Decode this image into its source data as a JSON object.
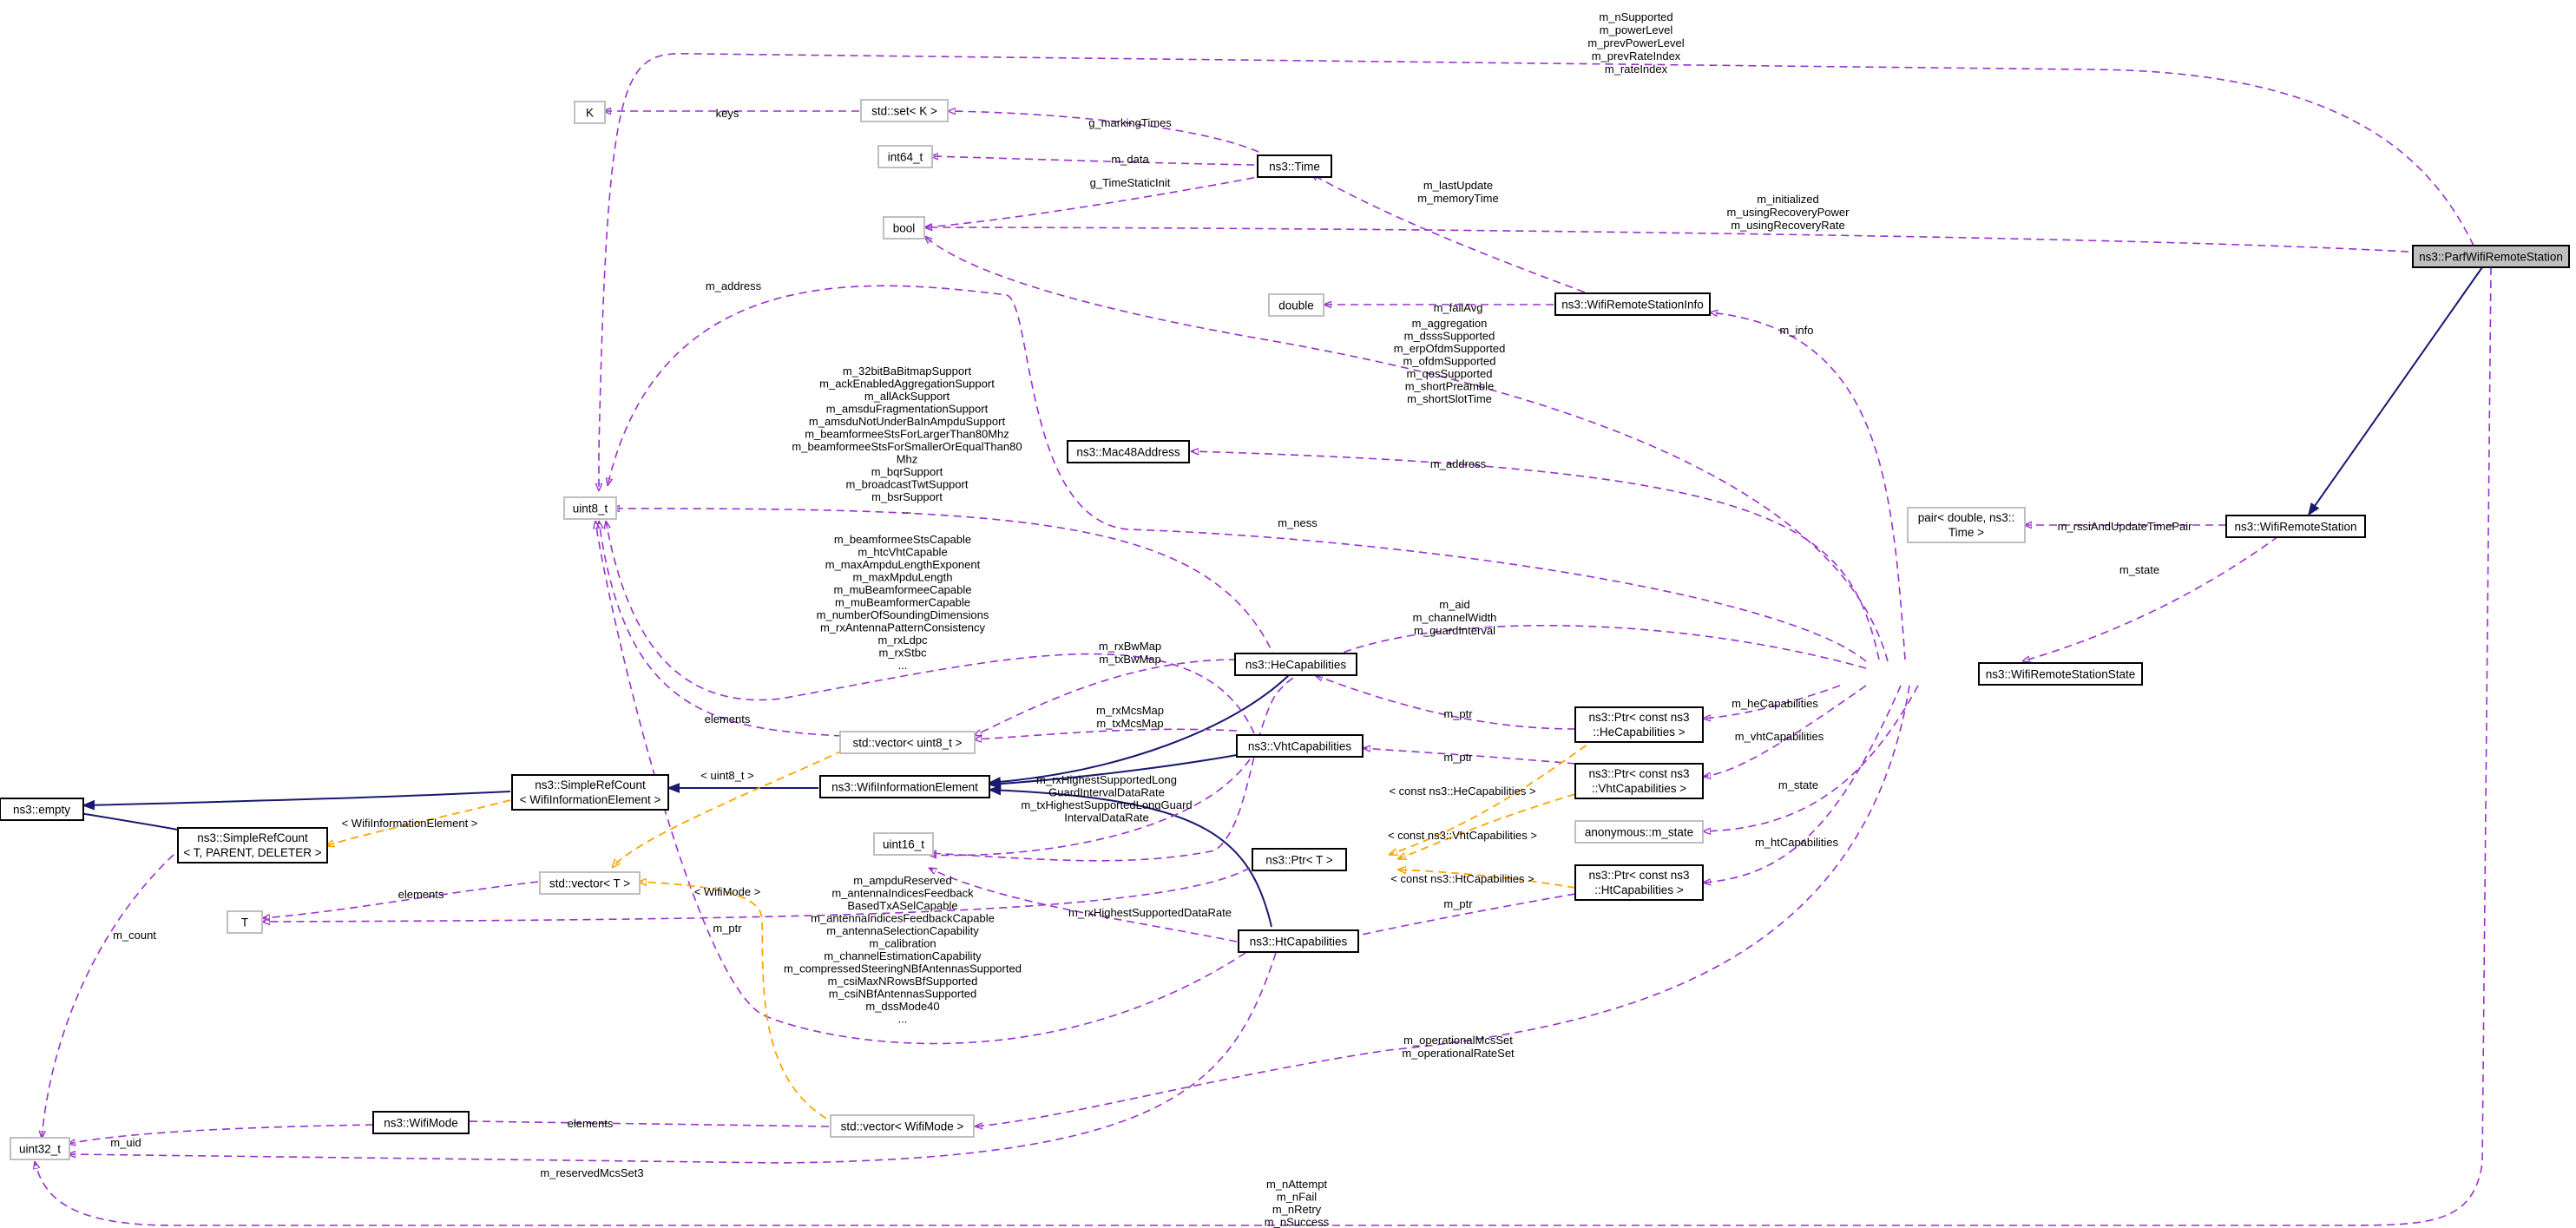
{
  "diagram": {
    "classes": {
      "parf": "ns3::ParfWifiRemoteStation",
      "wrs": "ns3::WifiRemoteStation",
      "wrss": "ns3::WifiRemoteStationState",
      "wrsi": "ns3::WifiRemoteStationInfo",
      "time": "ns3::Time",
      "mac48": "ns3::Mac48Address",
      "hecap": "ns3::HeCapabilities",
      "vhtcap": "ns3::VhtCapabilities",
      "htcap": "ns3::HtCapabilities",
      "wie": "ns3::WifiInformationElement",
      "srcwie_1": "ns3::SimpleRefCount",
      "srcwie_2": "< WifiInformationElement >",
      "srct_1": "ns3::SimpleRefCount",
      "srct_2": "< T, PARENT, DELETER >",
      "empty": "ns3::empty",
      "wifimode": "ns3::WifiMode",
      "ptrT": "ns3::Ptr< T >",
      "ptrHe_1": "ns3::Ptr< const ns3",
      "ptrHe_2": "::HeCapabilities >",
      "ptrVht_1": "ns3::Ptr< const ns3",
      "ptrVht_2": "::VhtCapabilities >",
      "ptrHt_1": "ns3::Ptr< const ns3",
      "ptrHt_2": "::HtCapabilities >",
      "K": "K",
      "setK": "std::set< K >",
      "int64": "int64_t",
      "bool": "bool",
      "double": "double",
      "uint8": "uint8_t",
      "uint16": "uint16_t",
      "uint32": "uint32_t",
      "T": "T",
      "vecU8": "std::vector< uint8_t >",
      "vecT": "std::vector< T >",
      "vecWM": "std::vector< WifiMode >",
      "pair_1": "pair< double, ns3::",
      "pair_2": "Time >",
      "anon": "anonymous::m_state"
    },
    "labels": {
      "topRight": [
        "m_nSupported",
        "m_powerLevel",
        "m_prevPowerLevel",
        "m_prevRateIndex",
        "m_rateIndex"
      ],
      "keys": "keys",
      "gMarking": "g_markingTimes",
      "mData": "m_data",
      "gTimeStatic": "g_TimeStaticInit",
      "lastUpdate": [
        "m_lastUpdate",
        "m_memoryTime"
      ],
      "initialized": [
        "m_initialized",
        "m_usingRecoveryPower",
        "m_usingRecoveryRate"
      ],
      "mAddress1": "m_address",
      "failAvg": "m_failAvg",
      "mInfo": "m_info",
      "aggregation": [
        "m_aggregation",
        "m_dsssSupported",
        "m_erpOfdmSupported",
        "m_ofdmSupported",
        "m_qosSupported",
        "m_shortPreamble",
        "m_shortSlotTime"
      ],
      "heU8": [
        "m_32bitBaBitmapSupport",
        "m_ackEnabledAggregationSupport",
        "m_allAckSupport",
        "m_amsduFragmentationSupport",
        "m_amsduNotUnderBaInAmpduSupport",
        "m_beamformeeStsForLargerThan80Mhz",
        "m_beamformeeStsForSmallerOrEqualThan80",
        "Mhz",
        "m_bqrSupport",
        "m_broadcastTwtSupport",
        "m_bsrSupport",
        "..."
      ],
      "mAddress2": "m_address",
      "mNess": "m_ness",
      "rssiPair": "m_rssiAndUpdateTimePair",
      "mState1": "m_state",
      "vhtU8": [
        "m_beamformeeStsCapable",
        "m_htcVhtCapable",
        "m_maxAmpduLengthExponent",
        "m_maxMpduLength",
        "m_muBeamformeeCapable",
        "m_muBeamformerCapable",
        "m_numberOfSoundingDimensions",
        "m_rxAntennaPatternConsistency",
        "m_rxLdpc",
        "m_rxStbc",
        "..."
      ],
      "aid": [
        "m_aid",
        "m_channelWidth",
        "m_guardInterval"
      ],
      "rxBwMap": [
        "m_rxBwMap",
        "m_txBwMap"
      ],
      "rxMcsMap": [
        "m_rxMcsMap",
        "m_txMcsMap"
      ],
      "elements1": "elements",
      "mPtr1": "m_ptr",
      "heCapabilities": "m_heCapabilities",
      "vhtCapabilities": "m_vhtCapabilities",
      "uint8tmpl": "< uint8_t >",
      "wieTmpl": "< WifiInformationElement >",
      "htHighest": [
        "m_rxHighestSupportedLong",
        "GuardIntervalDataRate",
        "m_txHighestSupportedLongGuard",
        "IntervalDataRate"
      ],
      "mPtr2": "m_ptr",
      "heTmpl": "< const ns3::HeCapabilities >",
      "mState2": "m_state",
      "vhtTmpl": "< const ns3::VhtCapabilities >",
      "htCapabilities": "m_htCapabilities",
      "htTmpl": "< const ns3::HtCapabilities >",
      "elements2": "elements",
      "wifiModeTmpl": "< WifiMode >",
      "mPtr3": "m_ptr",
      "ampdu": [
        "m_ampduReserved",
        "m_antennaIndicesFeedback",
        "BasedTxASelCapable",
        "m_antennaIndicesFeedbackCapable",
        "m_antennaSelectionCapability",
        "m_calibration",
        "m_channelEstimationCapability",
        "m_compressedSteeringNBfAntennasSupported",
        "m_csiMaxNRowsBfSupported",
        "m_csiNBfAntennasSupported",
        "m_dssMode40",
        "..."
      ],
      "mPtr4": "m_ptr",
      "rxHighestData": "m_rxHighestSupportedDataRate",
      "mCount": "m_count",
      "operational": [
        "m_operationalMcsSet",
        "m_operationalRateSet"
      ],
      "mUid": "m_uid",
      "elements3": "elements",
      "reservedMcs": "m_reservedMcsSet3",
      "bottom": [
        "m_nAttempt",
        "m_nFail",
        "m_nRetry",
        "m_nSuccess"
      ]
    }
  },
  "colors": {
    "member_edge": "#9a32cd",
    "template_edge": "#ffa500",
    "inherit_edge": "#191970",
    "highlight_fill": "#bfbfbf",
    "grey_border": "#bfbfbf"
  }
}
